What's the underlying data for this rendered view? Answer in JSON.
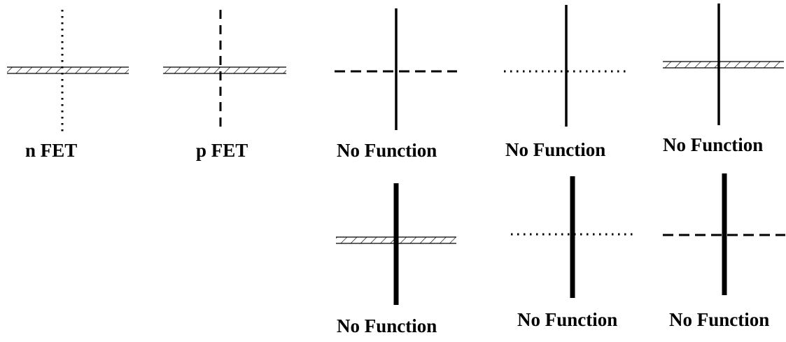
{
  "cells": [
    {
      "label": "n FET",
      "horizontal": "hatched",
      "vertical": "dotted"
    },
    {
      "label": "p FET",
      "horizontal": "hatched",
      "vertical": "dashed"
    },
    {
      "label": "No Function",
      "horizontal": "dashed",
      "vertical": "solid"
    },
    {
      "label": "No Function",
      "horizontal": "dotted",
      "vertical": "solid"
    },
    {
      "label": "No Function",
      "horizontal": "hatched",
      "vertical": "solid"
    },
    {
      "label": "No Function",
      "horizontal": "hatched",
      "vertical": "thick"
    },
    {
      "label": "No Function",
      "horizontal": "dotted",
      "vertical": "thick"
    },
    {
      "label": "No Function",
      "horizontal": "dashed",
      "vertical": "thick"
    }
  ]
}
